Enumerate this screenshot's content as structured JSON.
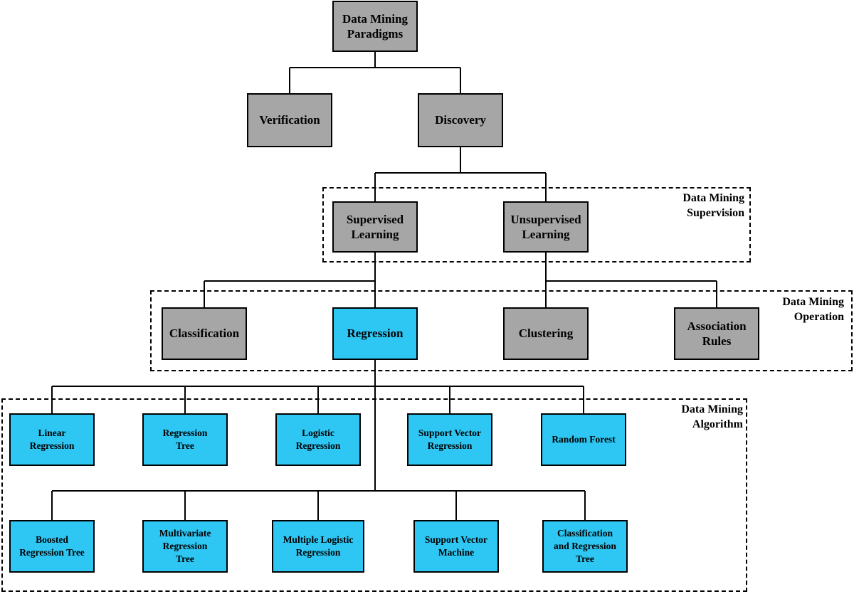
{
  "diagram": {
    "root": "Data Mining\nParadigms",
    "paradigms": {
      "verification": "Verification",
      "discovery": "Discovery"
    },
    "supervision": {
      "supervised": "Supervised\nLearning",
      "unsupervised": "Unsupervised\nLearning"
    },
    "operations": {
      "classification": "Classification",
      "regression": "Regression",
      "clustering": "Clustering",
      "association": "Association\nRules"
    },
    "algorithms_row1": [
      "Linear\nRegression",
      "Regression\nTree",
      "Logistic\nRegression",
      "Support Vector\nRegression",
      "Random Forest"
    ],
    "algorithms_row2": [
      "Boosted\nRegression Tree",
      "Multivariate\nRegression\nTree",
      "Multiple Logistic\nRegression",
      "Support Vector\nMachine",
      "Classification\nand Regression\nTree"
    ],
    "group_labels": {
      "supervision": "Data Mining\nSupervision",
      "operation": "Data Mining\nOperation",
      "algorithm": "Data Mining\nAlgorithm"
    },
    "colors": {
      "gray_node": "#a6a6a6",
      "blue_node": "#2ec6f2",
      "line": "#000000"
    }
  }
}
